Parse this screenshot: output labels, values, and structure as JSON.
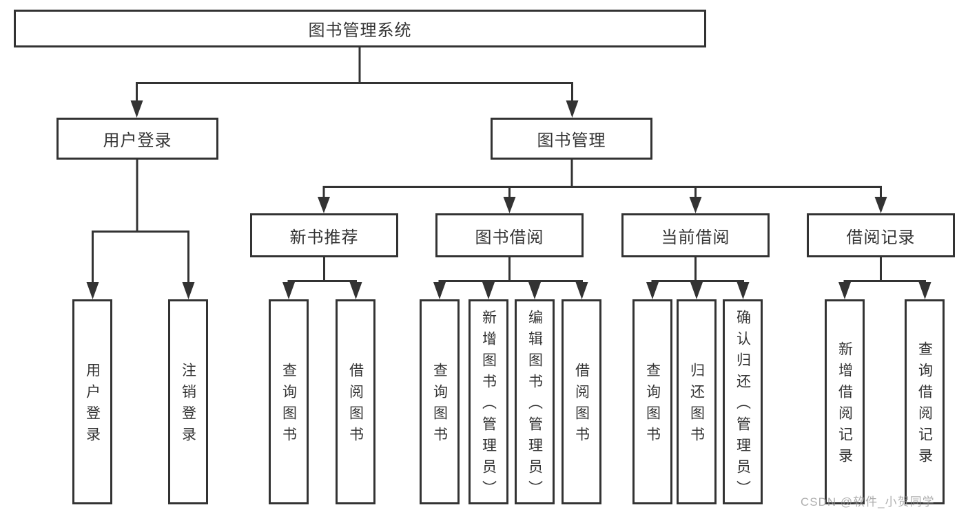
{
  "nodes": {
    "root": "图书管理系统",
    "user_login": "用户登录",
    "book_mgmt": "图书管理",
    "new_books": "新书推荐",
    "book_borrow": "图书借阅",
    "current_borrow": "当前借阅",
    "borrow_records": "借阅记录"
  },
  "leaves": {
    "user_login": [
      "用户登录",
      "注销登录"
    ],
    "new_books": [
      "查询图书",
      "借阅图书"
    ],
    "book_borrow": [
      "查询图书",
      "新增图书（管理员）",
      "编辑图书（管理员）",
      "借阅图书"
    ],
    "current_borrow": [
      "查询图书",
      "归还图书",
      "确认归还（管理员）"
    ],
    "borrow_records": [
      "新增借阅记录",
      "查询借阅记录"
    ]
  },
  "watermark": "CSDN @软件_小贺同学",
  "colors": {
    "line": "#333333",
    "text": "#333333",
    "background": "#ffffff",
    "watermark": "#949494"
  }
}
